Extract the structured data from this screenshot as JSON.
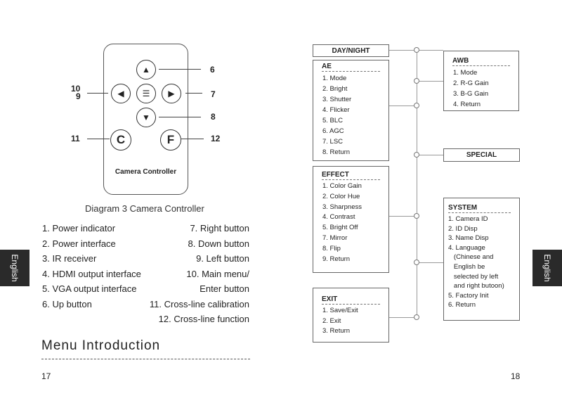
{
  "diagram": {
    "controller_label": "Camera Controller",
    "caption": "Diagram 3 Camera Controller",
    "buttons": {
      "c": "C",
      "f": "F"
    },
    "callouts": {
      "n6": "6",
      "n7": "7",
      "n8": "8",
      "n10": "10",
      "n9": "9",
      "n11": "11",
      "n12": "12"
    }
  },
  "legend_left": [
    "1. Power indicator",
    "2. Power interface",
    "3. IR receiver",
    "4. HDMI output interface",
    "5. VGA output interface",
    "6. Up button"
  ],
  "legend_right": [
    "7. Right button",
    "8. Down button",
    "9. Left button",
    "10. Main menu/",
    "Enter button",
    "11. Cross-line calibration",
    "12. Cross-line function"
  ],
  "side_tab": "English",
  "section_heading": "Menu Introduction",
  "page_left": "17",
  "page_right": "18",
  "menu": {
    "day_night": "DAY/NIGHT",
    "ae": {
      "title": "AE",
      "items": [
        "1. Mode",
        "2. Bright",
        "3. Shutter",
        "4. Flicker",
        "5. BLC",
        "6. AGC",
        "7. LSC",
        "8. Return"
      ]
    },
    "effect": {
      "title": "EFFECT",
      "items": [
        "1. Color Gain",
        "2. Color Hue",
        "3. Sharpness",
        "4. Contrast",
        "5. Bright Off",
        "7. Mirror",
        "8. Flip",
        "9. Return"
      ]
    },
    "exit": {
      "title": "EXIT",
      "items": [
        "1. Save/Exit",
        "2. Exit",
        "3. Return"
      ]
    },
    "awb": {
      "title": "AWB",
      "items": [
        "1. Mode",
        "2. R-G Gain",
        "3. B-G Gain",
        "4. Return"
      ]
    },
    "special": "SPECIAL",
    "system": {
      "title": "SYSTEM",
      "items": [
        "1. Camera ID",
        "2. ID Disp",
        "3. Name Disp",
        "4. Language",
        "   (Chinese and",
        "   English be",
        "   selected by left",
        "   and right butoon)",
        "5. Factory Init",
        "6. Return"
      ]
    }
  }
}
